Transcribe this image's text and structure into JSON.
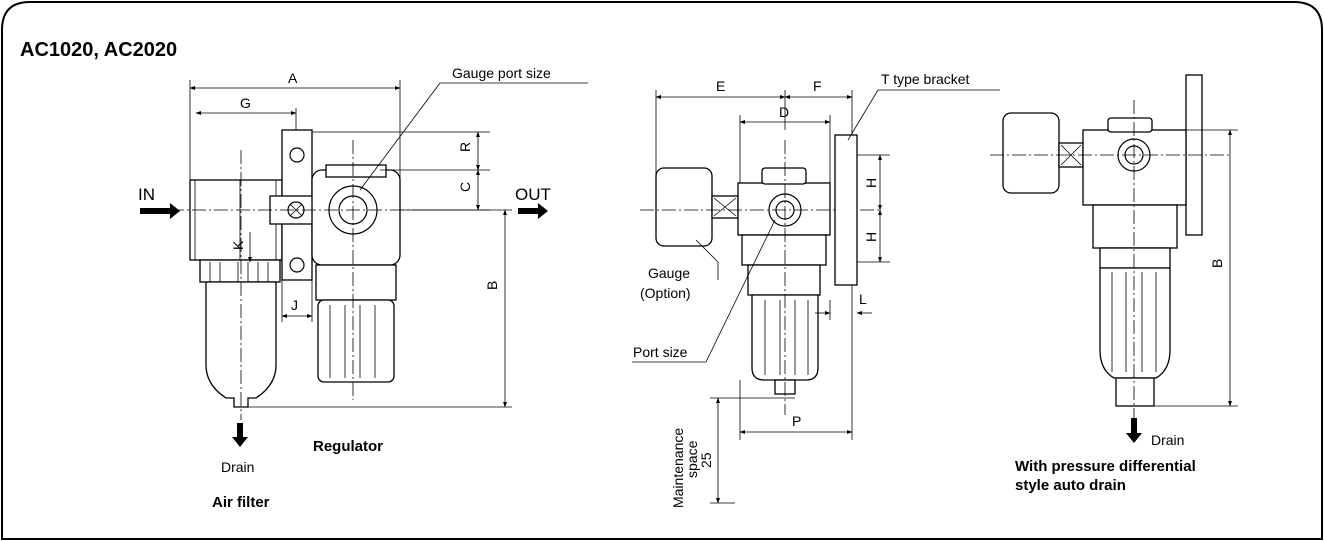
{
  "title": "AC1020, AC2020",
  "front_view": {
    "port_in": "IN",
    "port_out": "OUT",
    "dims": {
      "A": "A",
      "G": "G",
      "R": "R",
      "C": "C",
      "B": "B",
      "K": "K",
      "J": "J"
    },
    "gauge_port_size": "Gauge port size",
    "drain": "Drain",
    "caption_regulator": "Regulator",
    "caption_air_filter": "Air filter"
  },
  "side_view": {
    "dims": {
      "E": "E",
      "F": "F",
      "D": "D",
      "H1": "H",
      "H2": "H",
      "L": "L",
      "P": "P"
    },
    "t_type_bracket": "T type bracket",
    "gauge": "Gauge",
    "gauge_option": "(Option)",
    "port_size": "Port size",
    "maintenance_1": "Maintenance",
    "maintenance_2": "space",
    "maintenance_3": "25"
  },
  "auto_drain_view": {
    "dim_B": "B",
    "drain": "Drain",
    "caption_line1": "With pressure differential",
    "caption_line2": "style auto drain"
  }
}
